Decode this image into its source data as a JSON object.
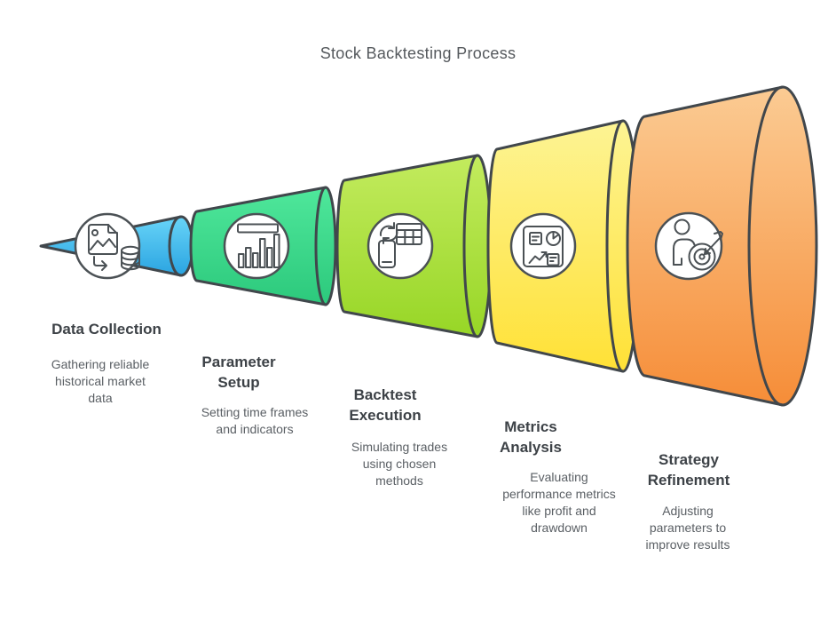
{
  "title": "Stock Backtesting Process",
  "colors": {
    "outline": "#41474c",
    "icon_stroke": "#4b5155",
    "icon_fill": "#ffffff",
    "title_text": "#55595d",
    "heading_text": "#3d4247",
    "desc_text": "#5a5f64"
  },
  "stages": [
    {
      "label": "Data Collection",
      "label_lines": [
        "Data Collection"
      ],
      "description": "Gathering reliable historical market data",
      "description_lines": [
        "Gathering reliable",
        "historical market",
        "data"
      ],
      "icon": "image-to-database-icon",
      "color_top": "#68d4f8",
      "color_bottom": "#2aa4e1"
    },
    {
      "label": "Parameter Setup",
      "label_lines": [
        "Parameter",
        "Setup"
      ],
      "description": "Setting time frames and indicators",
      "description_lines": [
        "Setting time frames",
        "and indicators"
      ],
      "icon": "bar-chart-icon",
      "color_top": "#4fe79b",
      "color_bottom": "#2cc97c"
    },
    {
      "label": "Backtest Execution",
      "label_lines": [
        "Backtest",
        "Execution"
      ],
      "description": "Simulating trades using chosen methods",
      "description_lines": [
        "Simulating trades",
        "using chosen",
        "methods"
      ],
      "icon": "device-table-sync-icon",
      "color_top": "#c3eb5e",
      "color_bottom": "#97d626"
    },
    {
      "label": "Metrics Analysis",
      "label_lines": [
        "Metrics",
        "Analysis"
      ],
      "description": "Evaluating performance metrics like profit and drawdown",
      "description_lines": [
        "Evaluating",
        "performance metrics",
        "like profit and",
        "drawdown"
      ],
      "icon": "metrics-dashboard-icon",
      "color_top": "#fdf494",
      "color_bottom": "#ffe136"
    },
    {
      "label": "Strategy Refinement",
      "label_lines": [
        "Strategy",
        "Refinement"
      ],
      "description": "Adjusting parameters to improve results",
      "description_lines": [
        "Adjusting",
        "parameters to",
        "improve results"
      ],
      "icon": "person-target-icon",
      "color_top": "#fbcb93",
      "color_bottom": "#f68d38"
    }
  ]
}
